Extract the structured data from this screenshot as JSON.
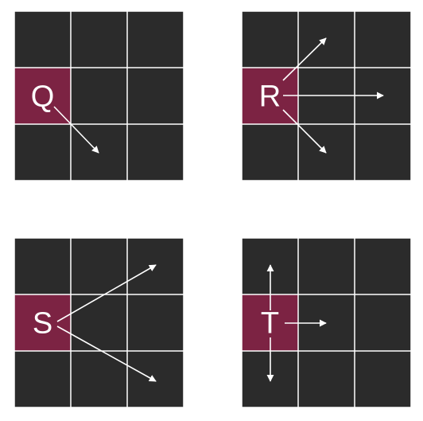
{
  "colors": {
    "page_background": "#ffffff",
    "cell_fill": "#2b2b2b",
    "grid_line": "#ffffff",
    "highlight_fill": "#7c2343",
    "label_text": "#ffffff",
    "arrow": "#ffffff"
  },
  "panels": [
    {
      "label": "Q",
      "grid": {
        "rows": 3,
        "cols": 3
      },
      "highlight": {
        "row": 1,
        "col": 0
      },
      "arrows": [
        {
          "direction": "down-right",
          "target_cell": {
            "row": 2,
            "col": 1
          }
        }
      ]
    },
    {
      "label": "R",
      "grid": {
        "rows": 3,
        "cols": 3
      },
      "highlight": {
        "row": 1,
        "col": 0
      },
      "arrows": [
        {
          "direction": "up-right",
          "target_cell": {
            "row": 0,
            "col": 1
          }
        },
        {
          "direction": "right",
          "target_cell": {
            "row": 1,
            "col": 2
          }
        },
        {
          "direction": "down-right",
          "target_cell": {
            "row": 2,
            "col": 1
          }
        }
      ]
    },
    {
      "label": "S",
      "grid": {
        "rows": 3,
        "cols": 3
      },
      "highlight": {
        "row": 1,
        "col": 0
      },
      "arrows": [
        {
          "direction": "up-right",
          "target_cell": {
            "row": 0,
            "col": 2
          }
        },
        {
          "direction": "down-right",
          "target_cell": {
            "row": 2,
            "col": 2
          }
        }
      ]
    },
    {
      "label": "T",
      "grid": {
        "rows": 3,
        "cols": 3
      },
      "highlight": {
        "row": 1,
        "col": 0
      },
      "arrows": [
        {
          "direction": "up",
          "target_cell": {
            "row": 0,
            "col": 0
          }
        },
        {
          "direction": "right",
          "target_cell": {
            "row": 1,
            "col": 1
          }
        },
        {
          "direction": "down",
          "target_cell": {
            "row": 2,
            "col": 0
          }
        }
      ]
    }
  ]
}
